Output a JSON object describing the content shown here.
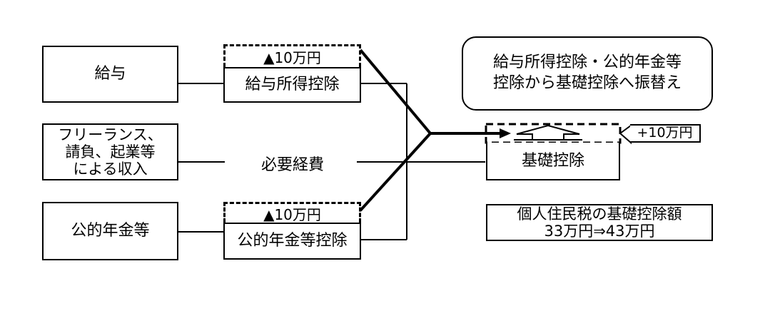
{
  "inputs": {
    "salary": "給与",
    "freelance": "フリーランス、\n請負、起業等\nによる収入",
    "pension": "公的年金等"
  },
  "deductions": {
    "salary_reduction": "▲10万円",
    "salary_deduction": "給与所得控除",
    "expenses": "必要経費",
    "pension_reduction": "▲10万円",
    "pension_deduction": "公的年金等控除"
  },
  "result": {
    "note": "給与所得控除・公的年金等\n控除から基礎控除へ振替え",
    "basic_increase": "+10万円",
    "basic_deduction": "基礎控除",
    "summary": "個人住民税の基礎控除額\n33万円⇒43万円"
  }
}
